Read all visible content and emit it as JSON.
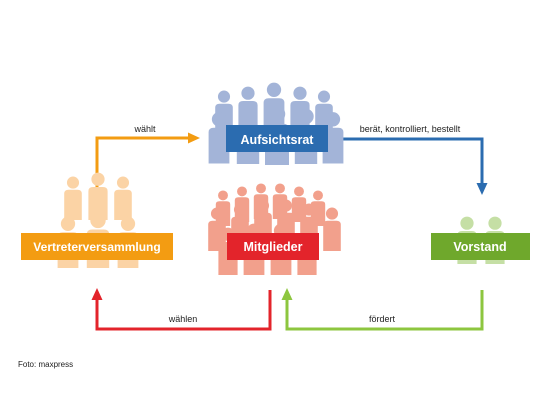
{
  "nodes": {
    "aufsichtsrat": {
      "label": "Aufsichtsrat",
      "color": "#2b6cb0",
      "people_color": "#a3b4d8"
    },
    "vertreterversammlung": {
      "label": "Vertreterversammlung",
      "color": "#f39c12",
      "people_color": "#fbd3a5"
    },
    "mitglieder": {
      "label": "Mitglieder",
      "color": "#e3242b",
      "people_color": "#f2a08c"
    },
    "vorstand": {
      "label": "Vorstand",
      "color": "#6fa82c",
      "people_color": "#c5dfa5"
    }
  },
  "edges": {
    "waehlt": {
      "label": "wählt",
      "color": "#f39c12"
    },
    "beraet": {
      "label": "berät, kontrolliert, bestellt",
      "color": "#2b6cb0"
    },
    "waehlen": {
      "label": "wählen",
      "color": "#e3242b"
    },
    "foerdert": {
      "label": "fördert",
      "color": "#8dc63f"
    }
  },
  "caption": "Foto: maxpress"
}
